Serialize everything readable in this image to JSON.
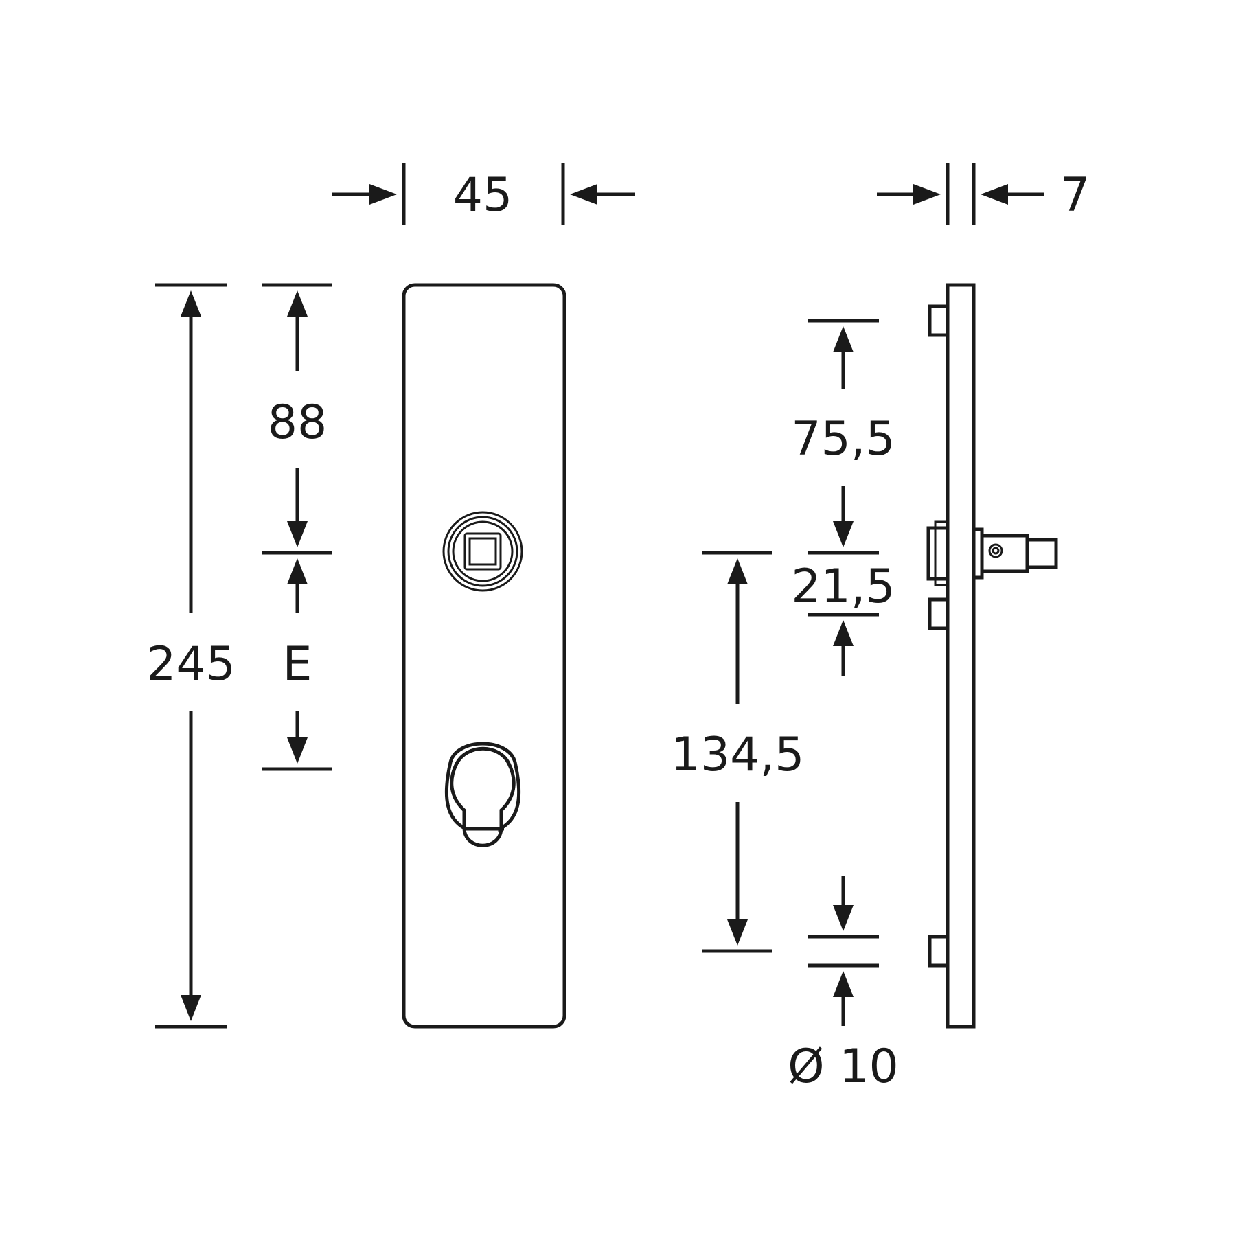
{
  "labels": {
    "width_front": "45",
    "thickness_side": "7",
    "height_total": "245",
    "handle_from_top_front": "88",
    "backset_e": "E",
    "handle_from_top_side": "75,5",
    "rose_width": "21,5",
    "handle_to_lower_fixing": "134,5",
    "fixing_diameter": "Ø 10"
  },
  "colors": {
    "ink": "#1a1a1a",
    "background": "#ffffff"
  }
}
